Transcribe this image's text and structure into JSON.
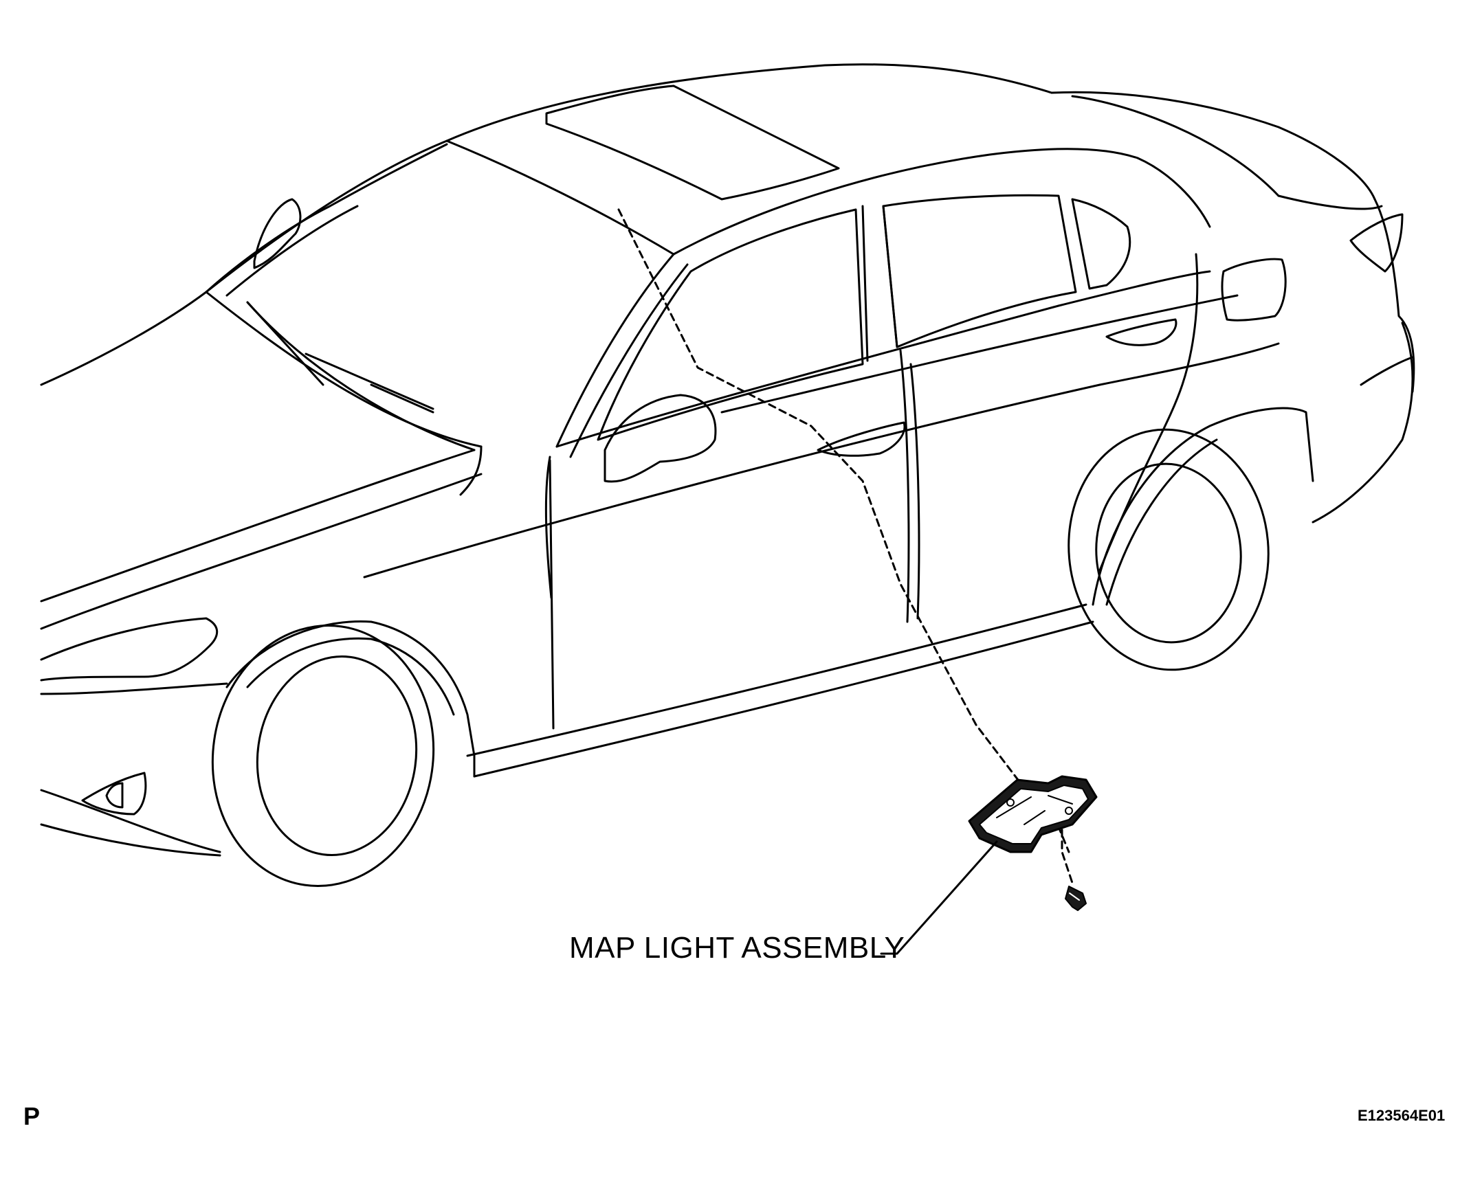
{
  "figure": {
    "part_label": "MAP LIGHT ASSEMBLY",
    "view_marker": "P",
    "illustration_code": "E123564E01",
    "subject_icon": "sedan-vehicle-outline",
    "part_icon": "map-light-assembly",
    "fastener_icon": "screw",
    "line_color": "#000000",
    "background": "#ffffff"
  }
}
